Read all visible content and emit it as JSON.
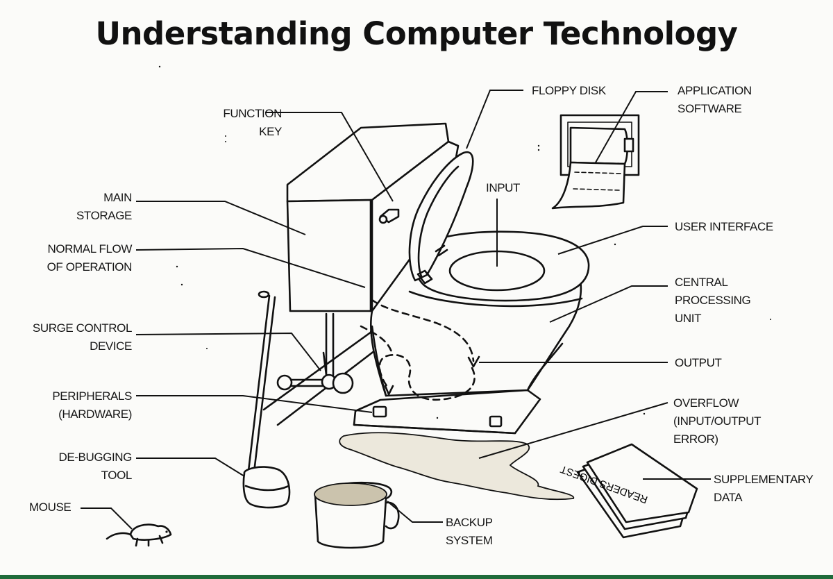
{
  "title": "Understanding Computer Technology",
  "labels": {
    "function_key": {
      "line1": "FUNCTION",
      "line2": "KEY"
    },
    "main_storage": {
      "line1": "MAIN",
      "line2": "STORAGE"
    },
    "normal_flow": {
      "line1": "NORMAL FLOW",
      "line2": "OF OPERATION"
    },
    "surge_control": {
      "line1": "SURGE CONTROL",
      "line2": "DEVICE"
    },
    "peripherals": {
      "line1": "PERIPHERALS",
      "line2": "(HARDWARE)"
    },
    "debugging_tool": {
      "line1": "DE-BUGGING",
      "line2": "TOOL"
    },
    "mouse": {
      "line1": "MOUSE"
    },
    "floppy_disk": {
      "line1": "FLOPPY DISK"
    },
    "application_software": {
      "line1": "APPLICATION",
      "line2": "SOFTWARE"
    },
    "input": {
      "line1": "INPUT"
    },
    "user_interface": {
      "line1": "USER INTERFACE"
    },
    "cpu": {
      "line1": "CENTRAL",
      "line2": "PROCESSING",
      "line3": "UNIT"
    },
    "output": {
      "line1": "OUTPUT"
    },
    "overflow": {
      "line1": "OVERFLOW",
      "line2": "(INPUT/OUTPUT",
      "line3": "ERROR)"
    },
    "supplementary_data": {
      "line1": "SUPPLEMENTARY",
      "line2": "DATA"
    },
    "backup_system": {
      "line1": "BACKUP",
      "line2": "SYSTEM"
    }
  },
  "magazine_text": "READERS DIGEST",
  "colors": {
    "ink": "#111111",
    "paper": "#fbfbf9",
    "bottom_border": "#1f6b3a"
  }
}
